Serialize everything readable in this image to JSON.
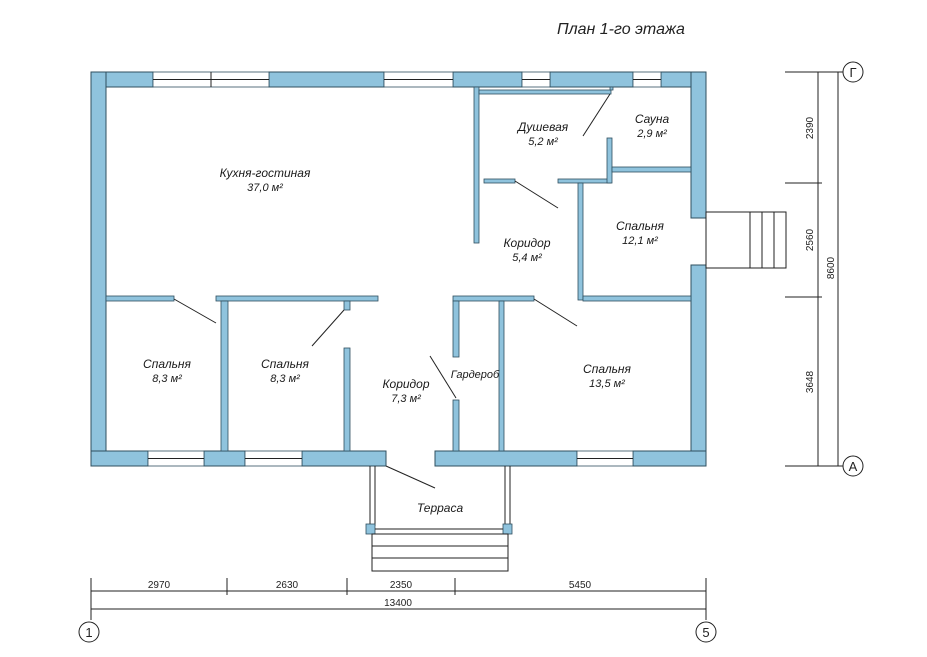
{
  "title": "План 1-го этажа",
  "rooms": {
    "kitchen": {
      "name": "Кухня-гостиная",
      "area": "37,0 м²"
    },
    "shower": {
      "name": "Душевая",
      "area": "5,2 м²"
    },
    "sauna": {
      "name": "Сауна",
      "area": "2,9 м²"
    },
    "bedroom_right_top": {
      "name": "Спальня",
      "area": "12,1 м²"
    },
    "corridor_top": {
      "name": "Коридор",
      "area": "5,4 м²"
    },
    "bedroom_left": {
      "name": "Спальня",
      "area": "8,3 м²"
    },
    "bedroom_mid": {
      "name": "Спальня",
      "area": "8,3 м²"
    },
    "corridor_bottom": {
      "name": "Коридор",
      "area": "7,3 м²"
    },
    "wardrobe": {
      "name": "Гардероб"
    },
    "bedroom_right_bottom": {
      "name": "Спальня",
      "area": "13,5 м²"
    },
    "terrace": {
      "name": "Терраса"
    }
  },
  "dimensions": {
    "bottom_segments": [
      "2970",
      "2630",
      "2350",
      "5450"
    ],
    "bottom_total": "13400",
    "right_segments": [
      "2390",
      "2560",
      "3648"
    ],
    "right_total": "8600"
  },
  "axes": {
    "left": "1",
    "right": "5",
    "top": "Г",
    "bottom": "А"
  },
  "colors": {
    "wall": "#8fc3dd",
    "outline": "#2f4f5f"
  }
}
